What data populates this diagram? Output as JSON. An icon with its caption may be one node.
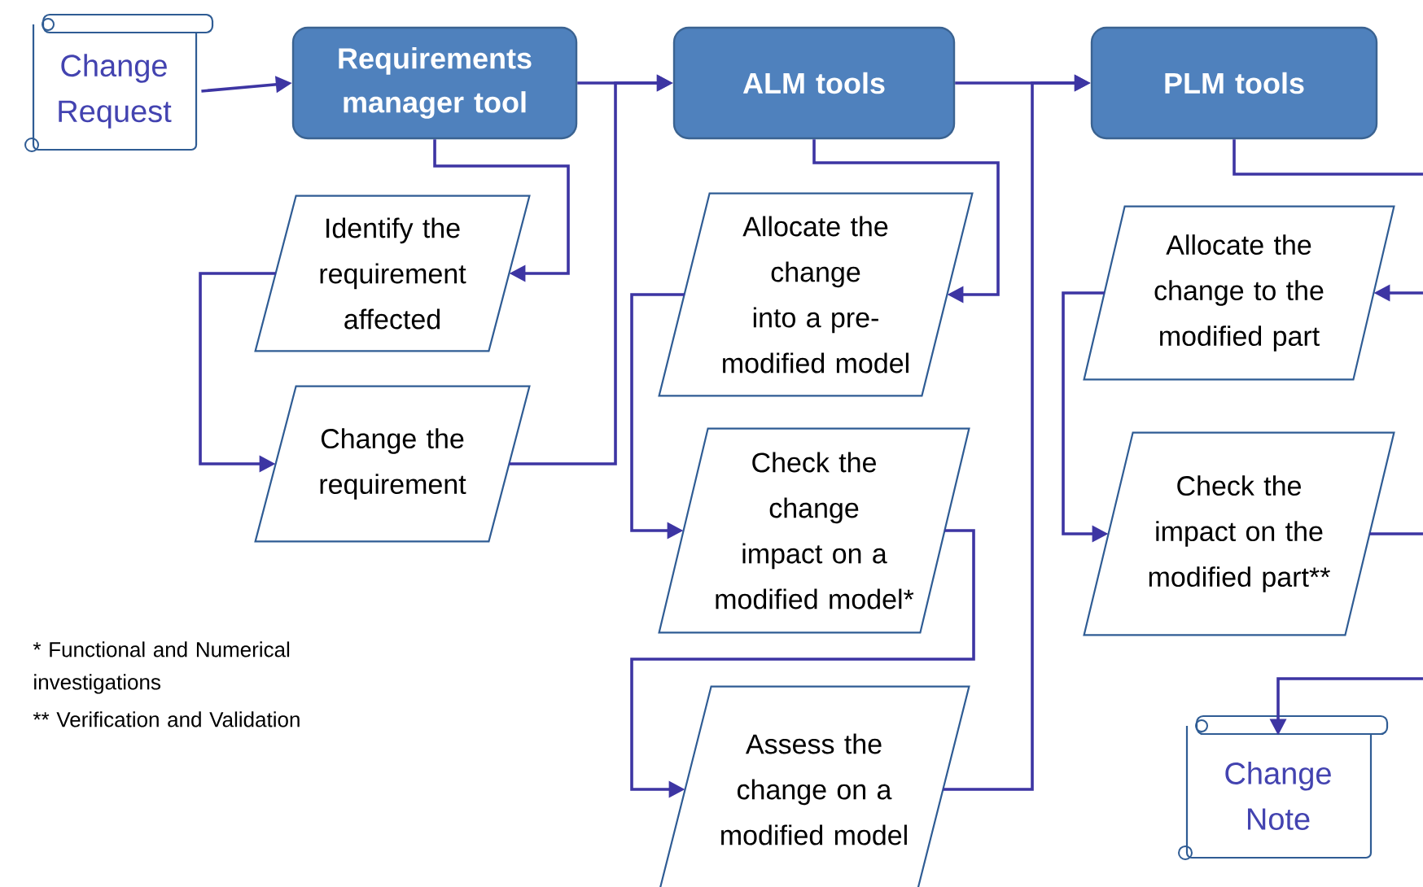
{
  "diagram": {
    "nodes": [
      {
        "text": [
          "Change Request"
        ]
      },
      {
        "text": [
          "Requirements manager tool"
        ]
      },
      {
        "text": [
          "ALM tools"
        ]
      },
      {
        "text": [
          "PLM tools"
        ]
      },
      {
        "text": [
          "Identify the requirement affected"
        ]
      },
      {
        "text": [
          "Change the requirement"
        ]
      },
      {
        "text": [
          "Allocate the change into a pre-modified model"
        ]
      },
      {
        "text": [
          "Check the change impact on a modified model*"
        ]
      },
      {
        "text": [
          "Assess the change on a modified model"
        ]
      },
      {
        "text": [
          "Allocate the change to the modified part"
        ]
      },
      {
        "text": [
          "Check the impact on the modified part**"
        ]
      },
      {
        "text": [
          "Change Note"
        ]
      }
    ],
    "edges": [
      {
        "from": 0,
        "to": 1,
        "arrow": "to"
      },
      {
        "from": 1,
        "to": 4,
        "arrow": "to"
      },
      {
        "from": 4,
        "to": 5,
        "arrow": "to"
      },
      {
        "from": 1,
        "to": 2,
        "arrow": "to"
      },
      {
        "from": 5,
        "to": 2,
        "arrow": "to"
      },
      {
        "from": 2,
        "to": 6,
        "arrow": "to"
      },
      {
        "from": 6,
        "to": 7,
        "arrow": "to"
      },
      {
        "from": 7,
        "to": 8,
        "arrow": "to"
      },
      {
        "from": 2,
        "to": 3,
        "arrow": "to"
      },
      {
        "from": 8,
        "to": 3,
        "arrow": "to"
      },
      {
        "from": 3,
        "to": 9,
        "arrow": "to"
      },
      {
        "from": 9,
        "to": 10,
        "arrow": "to"
      },
      {
        "from": 10,
        "to": 11,
        "arrow": "to"
      }
    ],
    "labels": [
      "* Functional and Numerical investigations",
      "** Verification and Validation"
    ]
  }
}
